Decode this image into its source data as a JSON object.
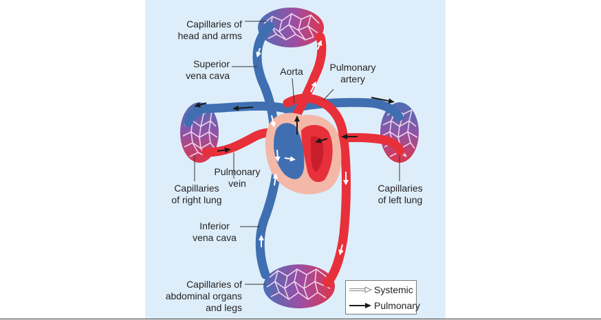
{
  "labels": {
    "capillaries_head_arms": "Capillaries of\nhead and arms",
    "superior_vena_cava": "Superior\nvena cava",
    "aorta": "Aorta",
    "pulmonary_artery": "Pulmonary\nartery",
    "pulmonary_vein": "Pulmonary\nvein",
    "capillaries_right_lung": "Capillaries\nof right lung",
    "capillaries_left_lung": "Capillaries\nof left lung",
    "inferior_vena_cava": "Inferior\nvena cava",
    "capillaries_abdominal": "Capillaries of\nabdominal organs\nand legs"
  },
  "legend": {
    "systemic": "Systemic",
    "pulmonary": "Pulmonary"
  },
  "colors": {
    "background": "#ddeefa",
    "oxygenated_red": "#e8303a",
    "deoxygenated_blue": "#3f6fb1",
    "capillary_purple": "#8a5aa8",
    "heart_pink": "#f3b8a8",
    "leader_line": "#333333"
  }
}
